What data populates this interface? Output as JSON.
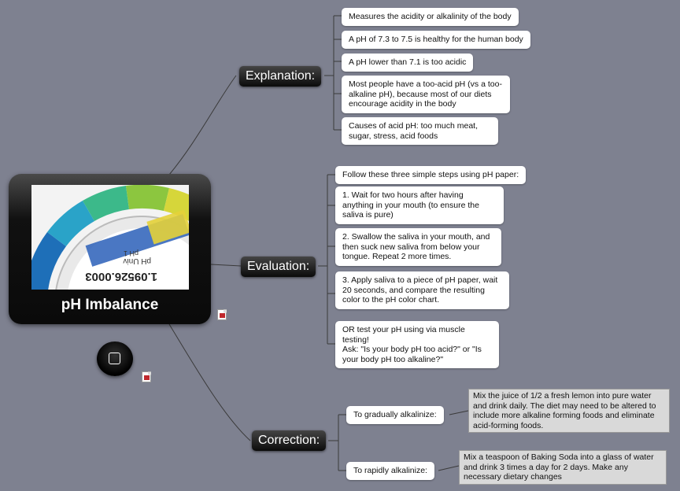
{
  "central": {
    "title": "pH Imbalance",
    "strip_text": [
      "1.09526.0003",
      "pH Univ",
      "pH 1"
    ]
  },
  "explanation": {
    "label": "Explanation:",
    "items": [
      "Measures the acidity or alkalinity of the body",
      "A pH of 7.3 to 7.5 is healthy for the human body",
      "A pH lower than 7.1 is too acidic",
      "Most people have a too-acid pH (vs a too-alkaline pH), because most of our diets encourage acidity in the body",
      "Causes of acid pH: too much meat, sugar, stress, acid foods"
    ]
  },
  "evaluation": {
    "label": "Evaluation:",
    "items": [
      "Follow these three simple steps using pH paper:",
      "1. Wait for two hours after having anything in your mouth (to ensure the saliva is pure)",
      "2. Swallow the saliva in your mouth, and then suck new saliva from below your tongue. Repeat 2 more times.",
      "3. Apply saliva to a piece of pH paper, wait 20 seconds, and compare the resulting color to the pH color chart.",
      "OR test your pH using via muscle testing!\nAsk: \"Is your body pH too acid?\" or \"Is your body pH too alkaline?\""
    ]
  },
  "correction": {
    "label": "Correction:",
    "gradual": {
      "label": "To gradually alkalinize:",
      "note": "Mix the juice of 1/2 a fresh lemon into pure water and drink daily. The diet may need to be altered to include more alkaline forming foods and eliminate acid-forming foods."
    },
    "rapid": {
      "label": "To rapidly alkalinize:",
      "note": "Mix a teaspoon of Baking Soda into a glass of water and drink 3 times a day for 2 days. Make any necessary dietary changes"
    }
  },
  "icons": [
    "attachment-icon",
    "app-square-icon"
  ]
}
